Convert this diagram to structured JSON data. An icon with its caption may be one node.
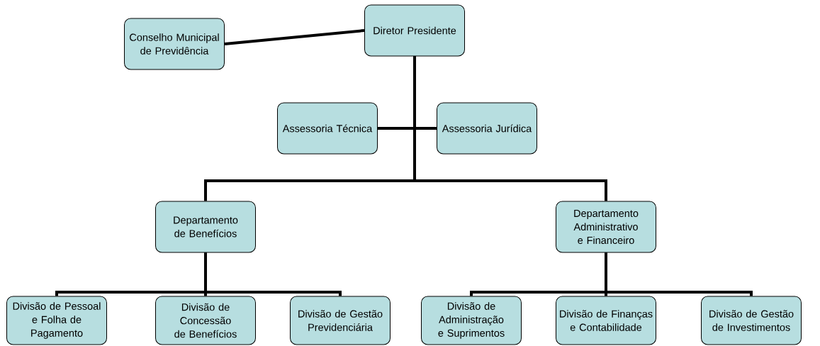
{
  "diagram": {
    "nodes": [
      {
        "text": [
          "Conselho Municipal de Previdência"
        ]
      },
      {
        "text": [
          "Diretor Presidente"
        ]
      },
      {
        "text": [
          "Assessoria Técnica"
        ]
      },
      {
        "text": [
          "Assessoria Jurídica"
        ]
      },
      {
        "text": [
          "Departamento de Benefícios"
        ]
      },
      {
        "text": [
          "Departamento Administrativo e Financeiro"
        ]
      },
      {
        "text": [
          "Divisão de Pessoal e Folha de Pagamento"
        ]
      },
      {
        "text": [
          "Divisão de Concessão de Benefícios"
        ]
      },
      {
        "text": [
          "Divisão de Gestão Previdenciária"
        ]
      },
      {
        "text": [
          "Divisão de Administração e Suprimentos"
        ]
      },
      {
        "text": [
          "Divisão de Finanças e Contabilidade"
        ]
      },
      {
        "text": [
          "Divisão de Gestão de Investimentos"
        ]
      }
    ],
    "edges": [
      {
        "from": 0,
        "to": 1,
        "arrow": "none"
      },
      {
        "from": 1,
        "to": 2,
        "arrow": "none"
      },
      {
        "from": 1,
        "to": 3,
        "arrow": "none"
      },
      {
        "from": 1,
        "to": 4,
        "arrow": "none"
      },
      {
        "from": 1,
        "to": 5,
        "arrow": "none"
      },
      {
        "from": 4,
        "to": 6,
        "arrow": "none"
      },
      {
        "from": 4,
        "to": 7,
        "arrow": "none"
      },
      {
        "from": 4,
        "to": 8,
        "arrow": "none"
      },
      {
        "from": 5,
        "to": 9,
        "arrow": "none"
      },
      {
        "from": 5,
        "to": 10,
        "arrow": "none"
      },
      {
        "from": 5,
        "to": 11,
        "arrow": "none"
      }
    ]
  }
}
